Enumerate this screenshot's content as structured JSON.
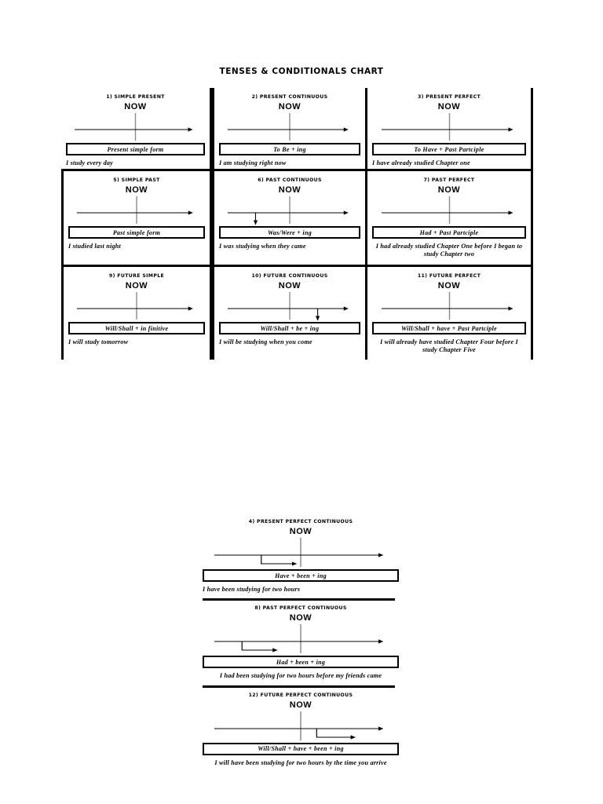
{
  "document": {
    "title": "TENSES & CONDITIONALS CHART"
  },
  "top_grid": {
    "cells": [
      {
        "heading": "1) SIMPLE PRESENT",
        "now_label": "NOW",
        "formula": "Present simple form",
        "example": "I study every day",
        "diagram": "main-arrow-with-now"
      },
      {
        "heading": "2) PRESENT CONTINUOUS",
        "now_label": "NOW",
        "formula": "To Be + ing",
        "example": "I am studying right now",
        "diagram": "main-arrow-with-now"
      },
      {
        "heading": "3) PRESENT PERFECT",
        "now_label": "NOW",
        "formula": "To Have + Past Partciple",
        "example": "I have already studied Chapter one",
        "diagram": "main-arrow-with-now"
      },
      {
        "heading": "5) SIMPLE PAST",
        "now_label": "NOW",
        "formula": "Past simple form",
        "example": "I studied last night",
        "diagram": "main-arrow-with-now"
      },
      {
        "heading": "6) PAST CONTINUOUS",
        "now_label": "NOW",
        "formula": "Was/Were + ing",
        "example": "I was studying when they came",
        "diagram": "down-arrow-left"
      },
      {
        "heading": "7) PAST PERFECT",
        "now_label": "NOW",
        "formula": "Had + Past Partciple",
        "example": "I had already studied Chapter One before I began to study Chapter two",
        "diagram": "main-arrow-with-now"
      },
      {
        "heading": "9) FUTURE SIMPLE",
        "now_label": "NOW",
        "formula": "Will/Shall + in finitive",
        "example": "I will study tomorrow",
        "diagram": "main-arrow-with-now"
      },
      {
        "heading": "10) FUTURE CONTINUOUS",
        "now_label": "NOW",
        "formula": "Will/Shall + be + ing",
        "example": "I will be studying when you come",
        "diagram": "down-arrow-right"
      },
      {
        "heading": "11) FUTURE PERFECT",
        "now_label": "NOW",
        "formula": "Will/Shall + have + Past Partciple",
        "example": "I will already have studied Chapter Four before I study Chapter Five",
        "diagram": "main-arrow-with-now"
      }
    ]
  },
  "bottom_section": {
    "blocks": [
      {
        "heading": "4) PRESENT PERFECT CONTINUOUS",
        "now_label": "NOW",
        "formula": "Have + been + ing",
        "example": "I have been studying for two hours",
        "diagram": "bracket-arrow-to-now"
      },
      {
        "heading": "8) PAST PERFECT CONTINUOUS",
        "now_label": "NOW",
        "formula": "Had + been + ing",
        "example": "I had been studying for two hours before my friends came",
        "diagram": "bracket-arrow-past"
      },
      {
        "heading": "12) FUTURE PERFECT CONTINUOUS",
        "now_label": "NOW",
        "formula": "Will/Shall + have + been + ing",
        "example": "I will have been studying for two hours by the time you arrive",
        "diagram": "bracket-arrow-future"
      }
    ]
  },
  "colors": {
    "ink": "#000000",
    "now_line": "#8a8a8a",
    "paper": "#ffffff"
  }
}
